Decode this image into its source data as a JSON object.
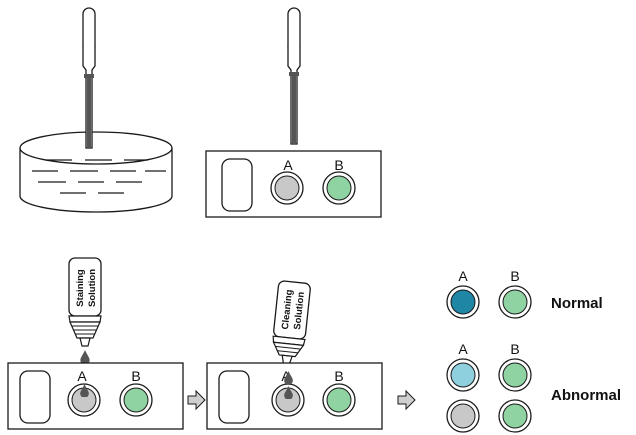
{
  "well_labels": {
    "a": "A",
    "b": "B"
  },
  "bottles": {
    "staining": {
      "line1": "Staining",
      "line2": "Solution"
    },
    "cleaning": {
      "line1": "Cleaning",
      "line2": "Solution"
    }
  },
  "results": {
    "normal": "Normal",
    "abnormal": "Abnormal"
  },
  "colors": {
    "stroke": "#1a1a1a",
    "liquid": "#555555",
    "well_gray": "#c8c8c8",
    "well_green": "#8fd3a3",
    "well_blue_dark": "#1f86a6",
    "well_blue_light": "#8fd0de",
    "arrow_fill": "#cfcfcf"
  }
}
